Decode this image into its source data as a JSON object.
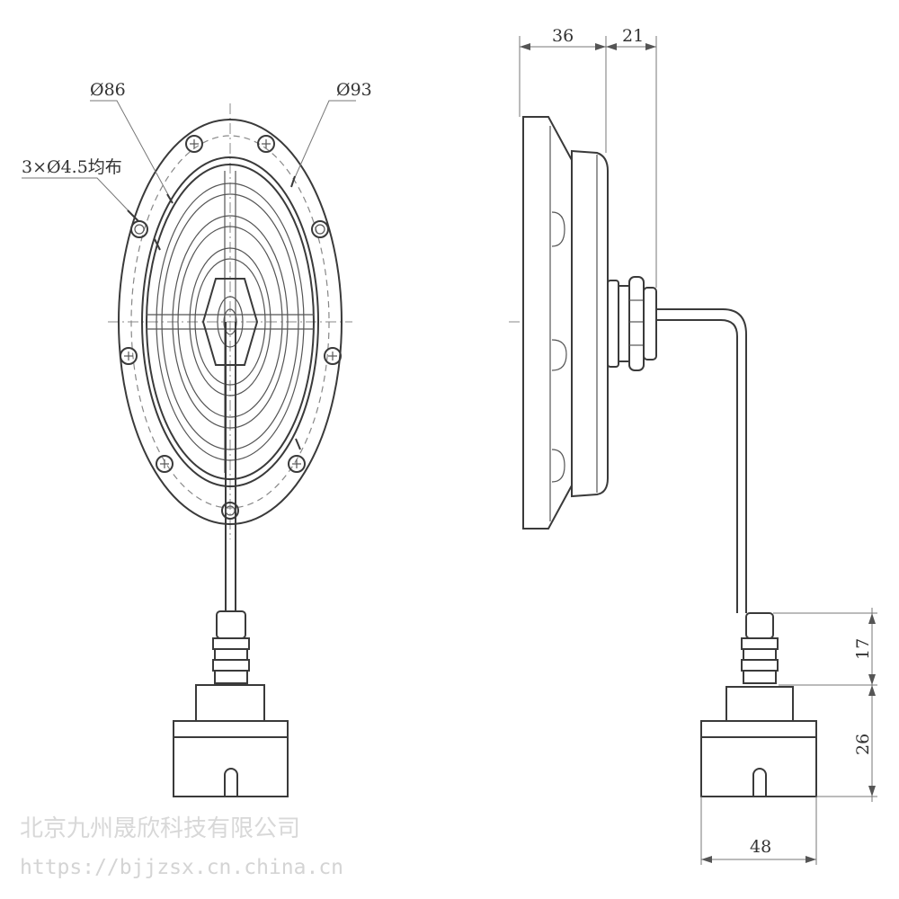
{
  "front_view": {
    "callouts": {
      "inner_diameter": "Ø86",
      "outer_diameter": "Ø93",
      "mounting_holes": "3×Ø4.5均布"
    }
  },
  "side_view": {
    "dimensions": {
      "body_depth": "36",
      "gland_length": "21",
      "probe_neck_height": "17",
      "probe_base_height": "26",
      "probe_base_width": "48"
    }
  },
  "watermark": {
    "company": "北京九州晟欣科技有限公司",
    "url": "https://bjjzsx.cn.china.cn"
  }
}
